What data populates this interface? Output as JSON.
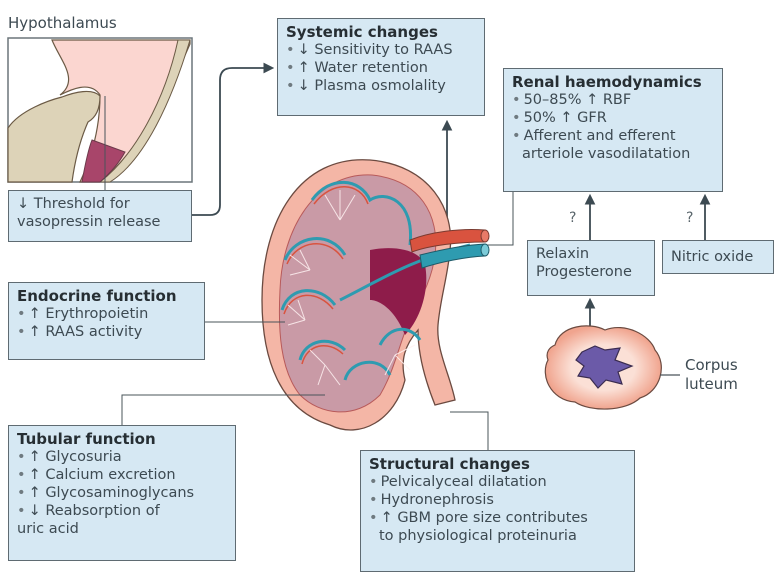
{
  "hypothalamus": {
    "label": "Hypothalamus",
    "box_line1": "↓ Threshold for",
    "box_line2": "vasopressin release"
  },
  "systemic": {
    "title": "Systemic changes",
    "items": [
      "↓ Sensitivity to RAAS",
      "↑ Water retention",
      "↓ Plasma osmolality"
    ]
  },
  "renal": {
    "title": "Renal haemodynamics",
    "items": [
      "50–85% ↑ RBF",
      "50% ↑ GFR",
      "Afferent and efferent"
    ],
    "continuation": "arteriole vasodilatation"
  },
  "relaxin": {
    "line1": "Relaxin",
    "line2": "Progesterone",
    "question": "?"
  },
  "nitric": {
    "label": "Nitric oxide",
    "question": "?"
  },
  "corpus": {
    "line1": "Corpus",
    "line2": "luteum"
  },
  "endocrine": {
    "title": "Endocrine function",
    "items": [
      "↑ Erythropoietin",
      "↑ RAAS activity"
    ]
  },
  "tubular": {
    "title": "Tubular function",
    "items": [
      "↑ Glycosuria",
      "↑ Calcium excretion",
      "↑ Glycosaminoglycans",
      "↓ Reabsorption of"
    ],
    "continuation": "uric acid"
  },
  "structural": {
    "title": "Structural changes",
    "items": [
      "Pelvicalyceal dilatation",
      "Hydronephrosis",
      "↑ GBM pore size contributes"
    ],
    "continuation": "to physiological proteinuria"
  },
  "bullet": "•",
  "colors": {
    "box_fill": "#d6e8f3",
    "box_border": "#5f6b72",
    "arrow": "#3c4a52",
    "artery": "#d9533f",
    "vein": "#2e9bb0",
    "pelvis": "#8e1c4a",
    "cortex": "#f4b6a6",
    "medulla": "#c99aa6",
    "corpus_outer": "#f2a994",
    "corpus_inner": "#6b5aa8"
  }
}
